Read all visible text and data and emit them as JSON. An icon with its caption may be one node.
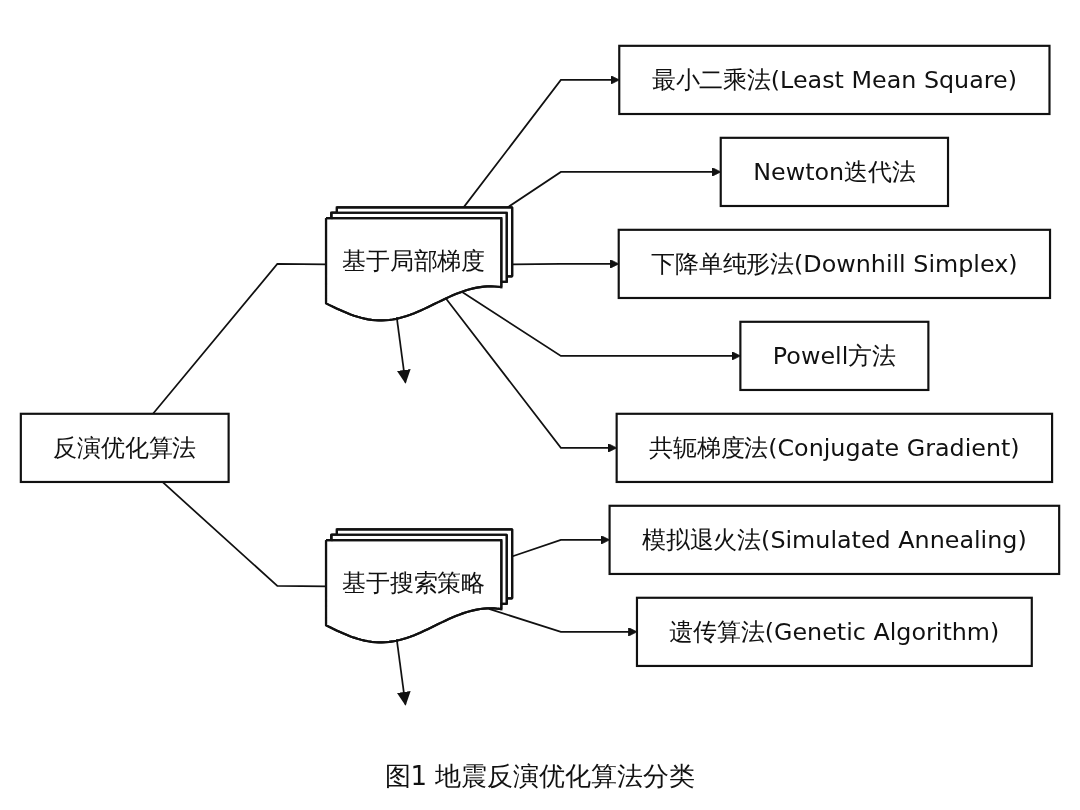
{
  "diagram": {
    "caption": "图1 地震反演优化算法分类",
    "nodes": [
      {
        "text": [
          "反演优化算法"
        ]
      },
      {
        "text": [
          "基于局部梯度"
        ]
      },
      {
        "text": [
          "基于搜索策略"
        ]
      },
      {
        "text": [
          "最小二乘法(Least Mean Square)"
        ]
      },
      {
        "text": [
          "Newton迭代法"
        ]
      },
      {
        "text": [
          "下降单纯形法(Downhill Simplex)"
        ]
      },
      {
        "text": [
          "Powell方法"
        ]
      },
      {
        "text": [
          "共轭梯度法(Conjugate Gradient)"
        ]
      },
      {
        "text": [
          "模拟退火法(Simulated Annealing)"
        ]
      },
      {
        "text": [
          "遗传算法(Genetic Algorithm)"
        ]
      }
    ],
    "edges": [
      {
        "from": 0,
        "to": 1,
        "arrow": "none"
      },
      {
        "from": 0,
        "to": 2,
        "arrow": "none"
      },
      {
        "from": 1,
        "to": 3,
        "arrow": "to"
      },
      {
        "from": 1,
        "to": 4,
        "arrow": "to"
      },
      {
        "from": 1,
        "to": 5,
        "arrow": "to"
      },
      {
        "from": 1,
        "to": 6,
        "arrow": "to"
      },
      {
        "from": 1,
        "to": null,
        "arrow": "to"
      },
      {
        "from": 1,
        "to": 7,
        "arrow": "to"
      },
      {
        "from": 2,
        "to": 8,
        "arrow": "to"
      },
      {
        "from": 2,
        "to": null,
        "arrow": "to"
      },
      {
        "from": 2,
        "to": 9,
        "arrow": "to"
      }
    ]
  }
}
